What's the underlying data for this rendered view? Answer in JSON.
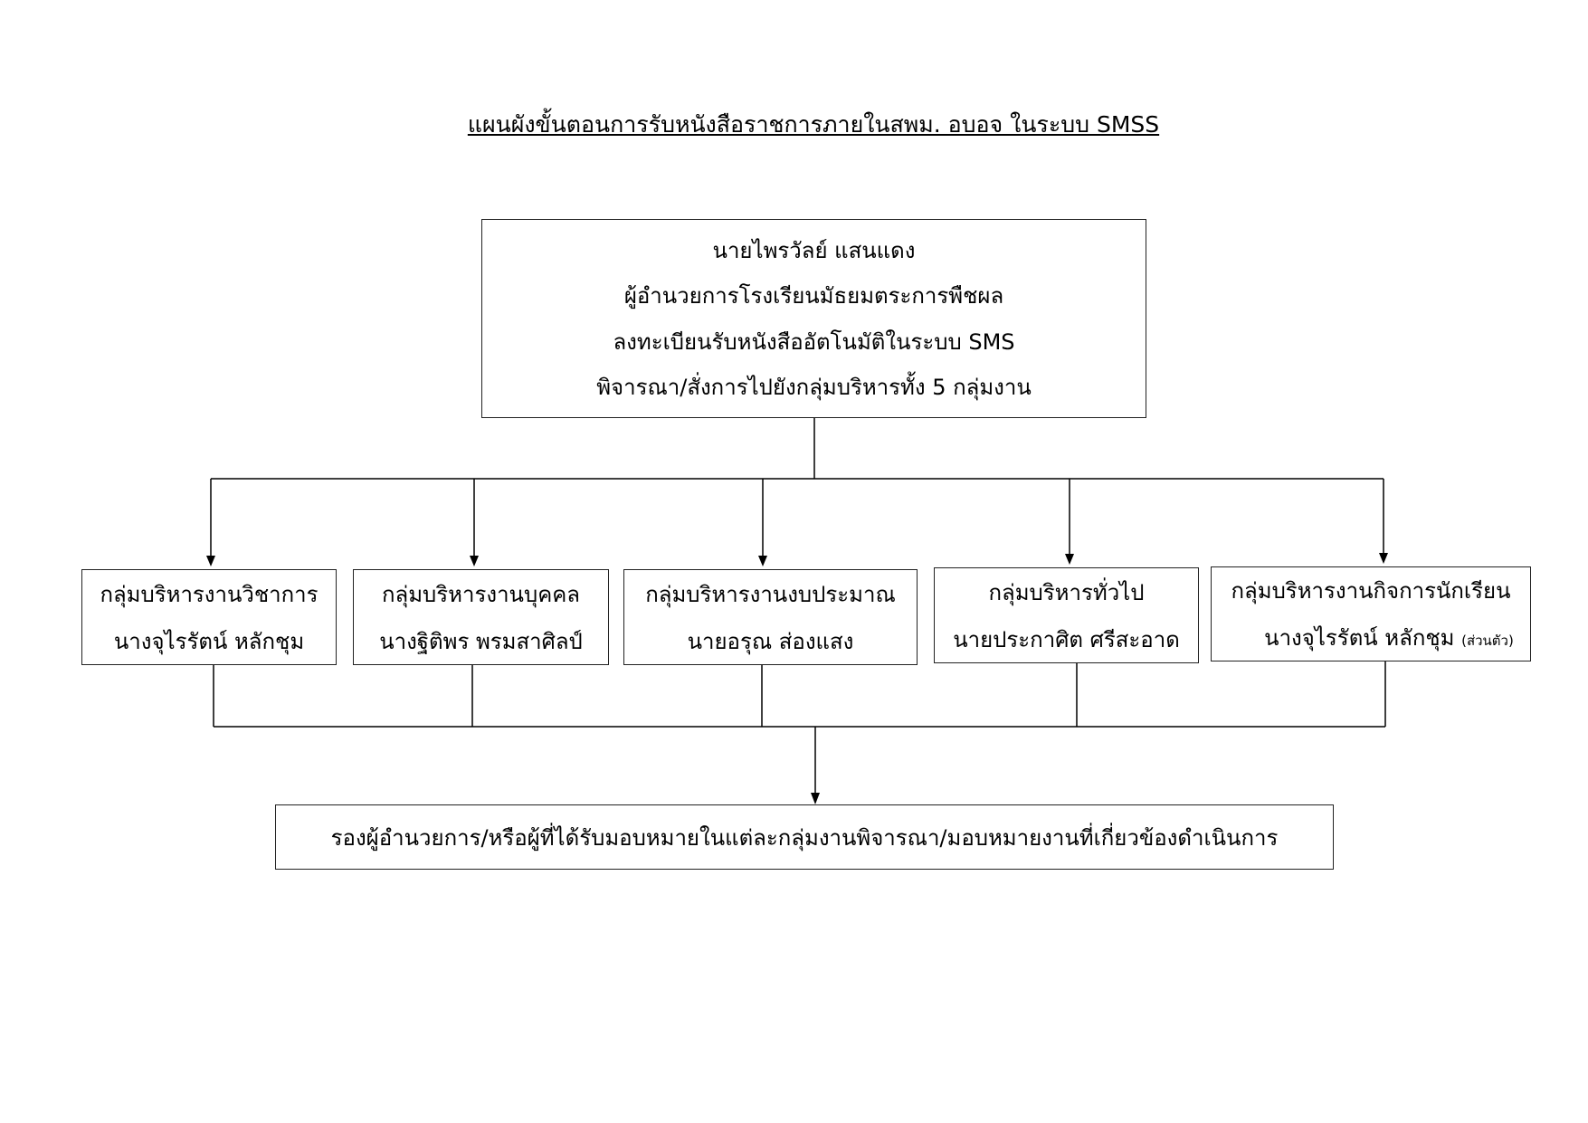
{
  "title": "แผนผังขั้นตอนการรับหนังสือราชการภายในสพม. อบอจ ในระบบ SMSS",
  "director": {
    "lines": [
      "นายไพรวัลย์  แสนแดง",
      "ผู้อำนวยการโรงเรียนมัธยมตระการพืชผล",
      "ลงทะเบียนรับหนังสืออัตโนมัติในระบบ SMS",
      "พิจารณา/สั่งการไปยังกลุ่มบริหารทั้ง 5 กลุ่มงาน"
    ]
  },
  "groups": [
    {
      "name": "กลุ่มบริหารงานวิชาการ",
      "person": "นางจุไรรัตน์  หลักชุม"
    },
    {
      "name": "กลุ่มบริหารงานบุคคล",
      "person": "นางฐิติพร  พรมสาศิลป์"
    },
    {
      "name": "กลุ่มบริหารงานงบประมาณ",
      "person": "นายอรุณ  ส่องแสง"
    },
    {
      "name": "กลุ่มบริหารทั่วไป",
      "person": "นายประกาศิต  ศรีสะอาด"
    },
    {
      "name": "กลุ่มบริหารงานกิจการนักเรียน",
      "person": "นางจุไรรัตน์  หลักชุม",
      "note": "(ส่วนตัว)"
    }
  ],
  "final": "รองผู้อำนวยการ/หรือผู้ที่ได้รับมอบหมายในแต่ละกลุ่มงานพิจารณา/มอบหมายงานที่เกี่ยวข้องดำเนินการ"
}
